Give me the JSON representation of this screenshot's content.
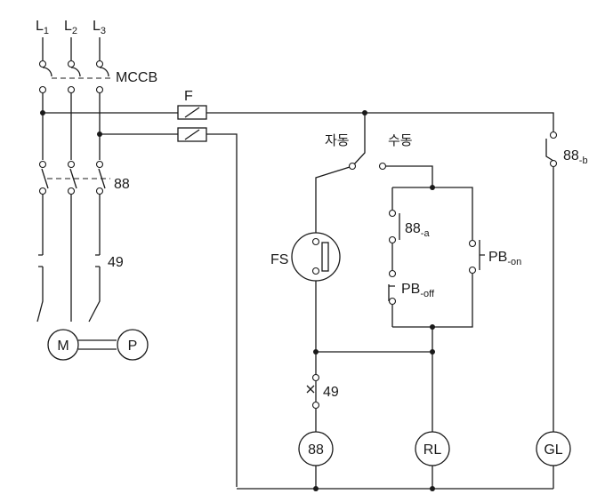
{
  "lines": {
    "l1": {
      "base": "L",
      "sub": "1"
    },
    "l2": {
      "base": "L",
      "sub": "2"
    },
    "l3": {
      "base": "L",
      "sub": "3"
    }
  },
  "labels": {
    "mccb": "MCCB",
    "fuse": "F",
    "contactor_main": "88",
    "thermal_relay": "49",
    "thermal_contact": "49",
    "auto": "자동",
    "manual": "수동",
    "fs": "FS",
    "aux_b": {
      "base": "88",
      "sub": "-b"
    },
    "aux_a": {
      "base": "88",
      "sub": "-a"
    },
    "pb_on": {
      "base": "PB",
      "sub": "-on"
    },
    "pb_off": {
      "base": "PB",
      "sub": "-off"
    }
  },
  "components": {
    "motor": "M",
    "pump": "P",
    "coil": "88",
    "red_lamp": "RL",
    "green_lamp": "GL"
  }
}
